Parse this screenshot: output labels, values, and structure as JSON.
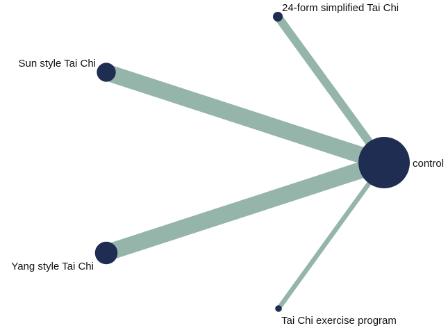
{
  "colors": {
    "node_fill": "#1f2d52",
    "edge_stroke": "#95b5aa",
    "background": "#ffffff",
    "label_text": "#111111"
  },
  "nodes": [
    {
      "id": "control",
      "label": "control",
      "size": 1.0
    },
    {
      "id": "form24",
      "label": "24-form simplified Tai Chi",
      "size": 0.19
    },
    {
      "id": "sun",
      "label": "Sun style Tai Chi",
      "size": 0.37
    },
    {
      "id": "yang",
      "label": "Yang style Tai Chi",
      "size": 0.44
    },
    {
      "id": "exercise",
      "label": "Tai Chi exercise program",
      "size": 0.13
    }
  ],
  "edges": [
    {
      "source": "control",
      "target": "form24",
      "weight": 0.5
    },
    {
      "source": "control",
      "target": "sun",
      "weight": 1.0
    },
    {
      "source": "control",
      "target": "yang",
      "weight": 1.0
    },
    {
      "source": "control",
      "target": "exercise",
      "weight": 0.28
    }
  ]
}
